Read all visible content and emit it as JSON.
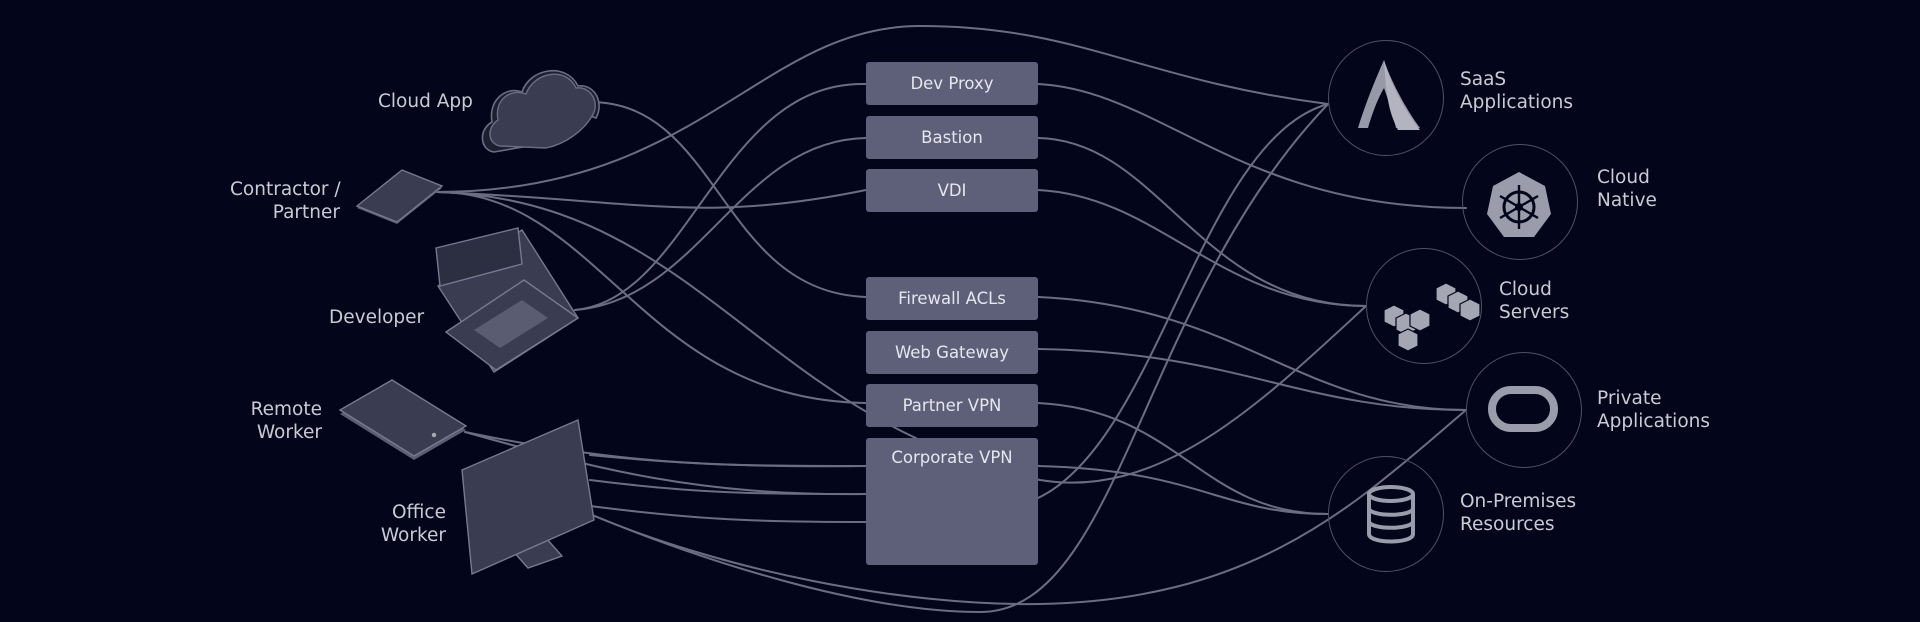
{
  "sources": [
    {
      "id": "cloud-app",
      "lines": [
        "Cloud App"
      ],
      "icon": "cloud-icon"
    },
    {
      "id": "contractor",
      "lines": [
        "Contractor /",
        "Partner"
      ],
      "icon": "tablet-icon"
    },
    {
      "id": "developer",
      "lines": [
        "Developer"
      ],
      "icon": "laptop-icon"
    },
    {
      "id": "remote-worker",
      "lines": [
        "Remote",
        "Worker"
      ],
      "icon": "tablet-icon"
    },
    {
      "id": "office-worker",
      "lines": [
        "Office",
        "Worker"
      ],
      "icon": "monitor-icon"
    }
  ],
  "gateways": [
    {
      "id": "dev-proxy",
      "label": "Dev Proxy"
    },
    {
      "id": "bastion",
      "label": "Bastion"
    },
    {
      "id": "vdi",
      "label": "VDI"
    },
    {
      "id": "firewall-acls",
      "label": "Firewall ACLs"
    },
    {
      "id": "web-gateway",
      "label": "Web Gateway"
    },
    {
      "id": "partner-vpn",
      "label": "Partner VPN"
    },
    {
      "id": "corporate-vpn",
      "label": "Corporate VPN"
    }
  ],
  "destinations": [
    {
      "id": "saas",
      "lines": [
        "SaaS",
        "Applications"
      ],
      "icon": "atlassian-logo-icon"
    },
    {
      "id": "cloud-native",
      "lines": [
        "Cloud",
        "Native"
      ],
      "icon": "kubernetes-logo-icon"
    },
    {
      "id": "cloud-servers",
      "lines": [
        "Cloud",
        "Servers"
      ],
      "icon": "cubes-icon"
    },
    {
      "id": "private-apps",
      "lines": [
        "Private",
        "Applications"
      ],
      "icon": "oracle-logo-icon"
    },
    {
      "id": "on-prem",
      "lines": [
        "On-Premises",
        "Resources"
      ],
      "icon": "database-icon"
    }
  ],
  "colors": {
    "background": "#03061a",
    "wire": "#6b6d85",
    "gateway_fill": "#5e5f78",
    "device_fill": "#3a3c52",
    "label": "#c9cbd3"
  },
  "connections": [
    [
      "cloud-app",
      "firewall-acls"
    ],
    [
      "contractor",
      "saas"
    ],
    [
      "contractor",
      "vdi"
    ],
    [
      "contractor",
      "partner-vpn"
    ],
    [
      "contractor",
      "cloud-servers"
    ],
    [
      "developer",
      "dev-proxy"
    ],
    [
      "developer",
      "bastion"
    ],
    [
      "remote-worker",
      "corporate-vpn"
    ],
    [
      "office-worker",
      "corporate-vpn"
    ],
    [
      "office-worker",
      "saas"
    ],
    [
      "office-worker",
      "private-apps"
    ],
    [
      "dev-proxy",
      "cloud-native"
    ],
    [
      "bastion",
      "cloud-servers"
    ],
    [
      "vdi",
      "cloud-servers"
    ],
    [
      "firewall-acls",
      "private-apps"
    ],
    [
      "web-gateway",
      "private-apps"
    ],
    [
      "partner-vpn",
      "on-prem"
    ],
    [
      "corporate-vpn",
      "saas"
    ],
    [
      "corporate-vpn",
      "on-prem"
    ]
  ]
}
